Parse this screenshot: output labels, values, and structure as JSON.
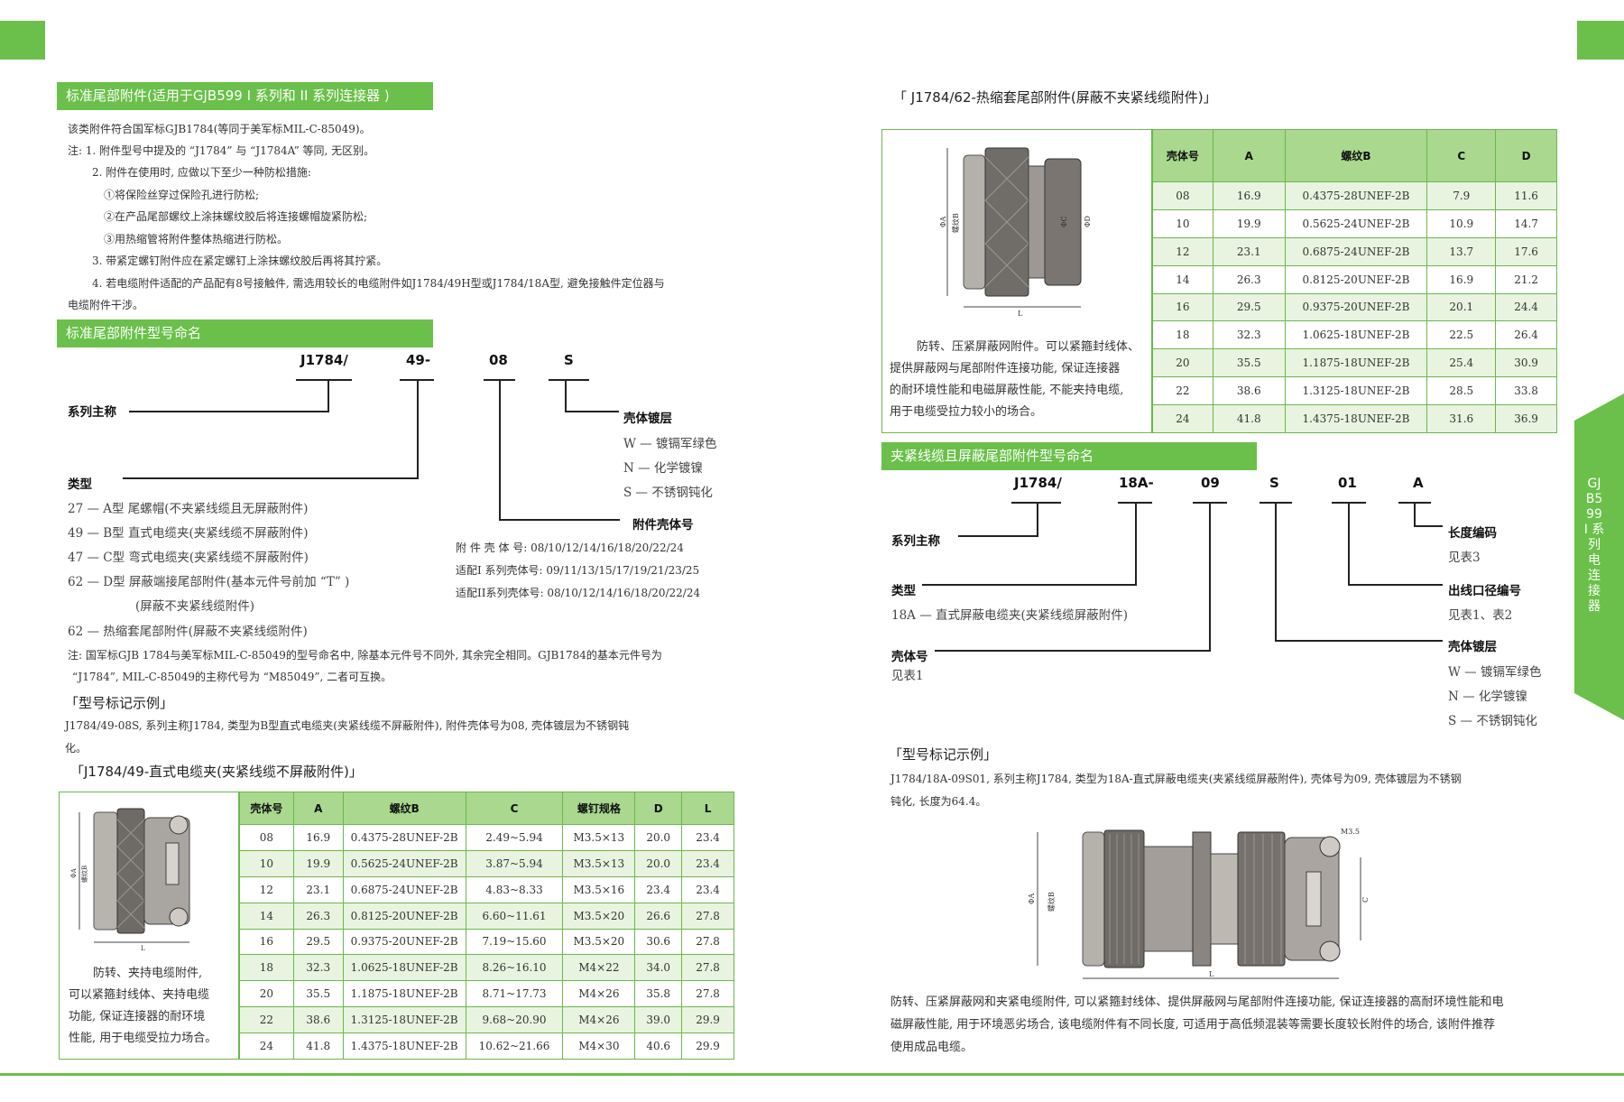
{
  "left": {
    "hdr1": "标准尾部附件(适用于GJB599 I 系列和 II 系列连接器 )",
    "intro": [
      "该类附件符合国军标GJB1784(等同于美军标MIL-C-85049)。",
      "注: 1. 附件型号中提及的 “J1784” 与 “J1784A” 等同, 无区别。",
      "2. 附件在使用时, 应做以下至少一种防松措施:",
      "①将保险丝穿过保险孔进行防松;",
      "②在产品尾部螺纹上涂抹螺纹胶后将连接螺帽旋紧防松;",
      "③用热缩管将附件整体热缩进行防松。",
      "3. 带紧定螺钉附件应在紧定螺钉上涂抹螺纹胶后再将其拧紧。",
      "4. 若电缆附件适配的产品配有8号接触件, 需选用较长的电缆附件如J1784/49H型或J1784/18A型, 避免接触件定位器与",
      "电缆附件干涉。"
    ],
    "hdr2": "标准尾部附件型号命名",
    "codes": [
      "J1784/",
      "49-",
      "08",
      "S"
    ],
    "series_label": "系列主称",
    "type_label": "类型",
    "types": [
      "27 — A型 尾螺帽(不夹紧线缆且无屏蔽附件)",
      "49 — B型 直式电缆夹(夹紧线缆不屏蔽附件)",
      "47 — C型 弯式电缆夹(夹紧线缆不屏蔽附件)",
      "62 — D型 屏蔽端接尾部附件(基本元件号前加 “T” )",
      "(屏蔽不夹紧线缆附件)",
      "62 — 热缩套尾部附件(屏蔽不夹紧线缆附件)"
    ],
    "plating_label": "壳体镀层",
    "platings": [
      "W — 镀镉军绿色",
      "N — 化学镀镍",
      "S — 不锈钢钝化"
    ],
    "shell_label": "附件壳体号",
    "shell_notes": [
      "附 件 壳 体 号: 08/10/12/14/16/18/20/22/24",
      "适配I 系列壳体号: 09/11/13/15/17/19/21/23/25",
      "适配II系列壳体号: 08/10/12/14/16/18/20/22/24"
    ],
    "note": [
      "注: 国军标GJB 1784与美军标MIL-C-85049的型号命名中, 除基本元件号不同外, 其余完全相同。GJB1784的基本元件号为",
      "“J1784”, MIL-C-85049的主称代号为 “M85049”, 二者可互换。"
    ],
    "example_title": "「型号标记示例」",
    "example": [
      "J1784/49-08S, 系列主称J1784, 类型为B型直式电缆夹(夹紧线缆不屏蔽附件), 附件壳体号为08, 壳体镀层为不锈钢钝",
      "化。"
    ],
    "table_title": "「J1784/49-直式电缆夹(夹紧线缆不屏蔽附件)」",
    "table_desc": [
      "防转、夹持电缆附件,",
      "可以紧箍封线体、夹持电缆",
      "功能, 保证连接器的耐环境",
      "性能, 用于电缆受拉力场合。"
    ],
    "table_head": [
      "壳体号",
      "A",
      "螺纹B",
      "C",
      "螺钉规格",
      "D",
      "L"
    ],
    "table_rows": [
      [
        "08",
        "16.9",
        "0.4375-28UNEF-2B",
        "2.49~5.94",
        "M3.5×13",
        "20.0",
        "23.4"
      ],
      [
        "10",
        "19.9",
        "0.5625-24UNEF-2B",
        "3.87~5.94",
        "M3.5×13",
        "20.0",
        "23.4"
      ],
      [
        "12",
        "23.1",
        "0.6875-24UNEF-2B",
        "4.83~8.33",
        "M3.5×16",
        "23.4",
        "23.4"
      ],
      [
        "14",
        "26.3",
        "0.8125-20UNEF-2B",
        "6.60~11.61",
        "M3.5×20",
        "26.6",
        "27.8"
      ],
      [
        "16",
        "29.5",
        "0.9375-20UNEF-2B",
        "7.19~15.60",
        "M3.5×20",
        "30.6",
        "27.8"
      ],
      [
        "18",
        "32.3",
        "1.0625-18UNEF-2B",
        "8.26~16.10",
        "M4×22",
        "34.0",
        "27.8"
      ],
      [
        "20",
        "35.5",
        "1.1875-18UNEF-2B",
        "8.71~17.73",
        "M4×26",
        "35.8",
        "27.8"
      ],
      [
        "22",
        "38.6",
        "1.3125-18UNEF-2B",
        "9.68~20.90",
        "M4×26",
        "39.0",
        "29.9"
      ],
      [
        "24",
        "41.8",
        "1.4375-18UNEF-2B",
        "10.62~21.66",
        "M4×30",
        "40.6",
        "29.9"
      ]
    ]
  },
  "right": {
    "table_title": "「 J1784/62-热缩套尾部附件(屏蔽不夹紧线缆附件)」",
    "table_desc": [
      "防转、压紧屏蔽网附件。可以紧箍封线体、",
      "提供屏蔽网与尾部附件连接功能, 保证连接器",
      "的耐环境性能和电磁屏蔽性能, 不能夹持电缆,",
      "用于电缆受拉力较小的场合。"
    ],
    "table_head": [
      "壳体号",
      "A",
      "螺纹B",
      "C",
      "D"
    ],
    "table_rows": [
      [
        "08",
        "16.9",
        "0.4375-28UNEF-2B",
        "7.9",
        "11.6"
      ],
      [
        "10",
        "19.9",
        "0.5625-24UNEF-2B",
        "10.9",
        "14.7"
      ],
      [
        "12",
        "23.1",
        "0.6875-24UNEF-2B",
        "13.7",
        "17.6"
      ],
      [
        "14",
        "26.3",
        "0.8125-20UNEF-2B",
        "16.9",
        "21.2"
      ],
      [
        "16",
        "29.5",
        "0.9375-20UNEF-2B",
        "20.1",
        "24.4"
      ],
      [
        "18",
        "32.3",
        "1.0625-18UNEF-2B",
        "22.5",
        "26.4"
      ],
      [
        "20",
        "35.5",
        "1.1875-18UNEF-2B",
        "25.4",
        "30.9"
      ],
      [
        "22",
        "38.6",
        "1.3125-18UNEF-2B",
        "28.5",
        "33.8"
      ],
      [
        "24",
        "41.8",
        "1.4375-18UNEF-2B",
        "31.6",
        "36.9"
      ]
    ],
    "hdr": "夹紧线缆且屏蔽尾部附件型号命名",
    "codes": [
      "J1784/",
      "18A-",
      "09",
      "S",
      "01",
      "A"
    ],
    "series_label": "系列主称",
    "type_label": "类型",
    "type_item": "18A — 直式屏蔽电缆夹(夹紧线缆屏蔽附件)",
    "shell_label": "壳体号",
    "shell_item": "见表1",
    "length_label": "长度编码",
    "length_item": "见表3",
    "outlet_label": "出线口径编号",
    "outlet_item": "见表1、表2",
    "plating_label": "壳体镀层",
    "platings": [
      "W — 镀镉军绿色",
      "N — 化学镀镍",
      "S — 不锈钢钝化"
    ],
    "example_title": "「型号标记示例」",
    "example": [
      "J1784/18A-09S01, 系列主称J1784, 类型为18A-直式屏蔽电缆夹(夹紧线缆屏蔽附件), 壳体号为09, 壳体镀层为不锈钢",
      "钝化, 长度为64.4。"
    ],
    "desc": [
      "防转、压紧屏蔽网和夹紧电缆附件, 可以紧箍封线体、提供屏蔽网与尾部附件连接功能, 保证连接器的高耐环境性能和电",
      "磁屏蔽性能, 用于环境恶劣场合, 该电缆附件有不同长度, 可适用于高低频混装等需要长度较长附件的场合, 该附件推荐",
      "使用成品电缆。"
    ],
    "side_text": "GJB599 I 系列电连接器",
    "drawing_m35": "M3.5"
  },
  "colors": {
    "accent": "#6ac04a",
    "table_head": "#a9d88e",
    "row_alt": "#e8f4df"
  }
}
